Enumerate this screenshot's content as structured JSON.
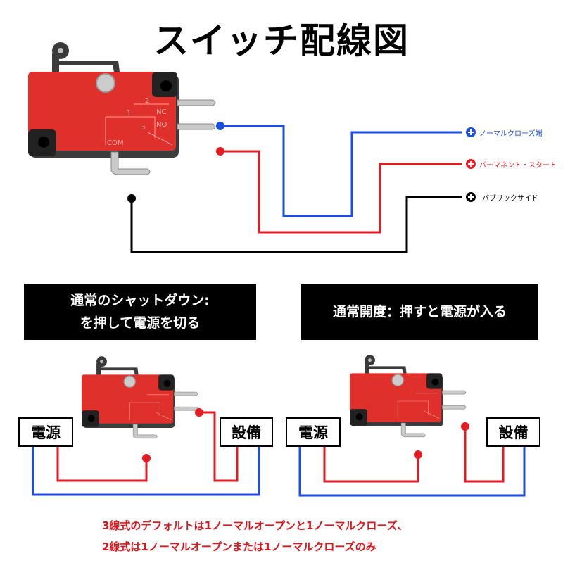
{
  "title": "スイッチ配線図",
  "colors": {
    "blue_wire": "#1a4fe0",
    "red_wire": "#e31b23",
    "black_wire": "#000000",
    "switch_body": "#e0302c",
    "note_text": "#e0141b"
  },
  "legend": [
    {
      "icon": "plus-circle-icon",
      "color": "#1a4fe0",
      "label": "ノーマルクローズ端"
    },
    {
      "icon": "plus-circle-icon",
      "color": "#e31b23",
      "label": "パーマネント・スタート"
    },
    {
      "icon": "plus-circle-icon",
      "color": "#000000",
      "label": "パブリックサイド"
    }
  ],
  "switch_markings": {
    "pin1": "1",
    "pin2": "2",
    "pin3": "3",
    "nc": "NC",
    "no": "NO",
    "com": "COM"
  },
  "panels": [
    {
      "banner_line1": "通常のシャットダウン:",
      "banner_line2": "を押して電源を切る",
      "power_label": "電源",
      "equipment_label": "設備"
    },
    {
      "banner_line1": "通常開度：押すと電源が入る",
      "banner_line2": "",
      "power_label": "電源",
      "equipment_label": "設備"
    }
  ],
  "notes": [
    "3線式のデフォルトは1ノーマルオープンと1ノーマルクローズ、",
    "2線式は1ノーマルオープンまたは1ノーマルクローズのみ"
  ]
}
